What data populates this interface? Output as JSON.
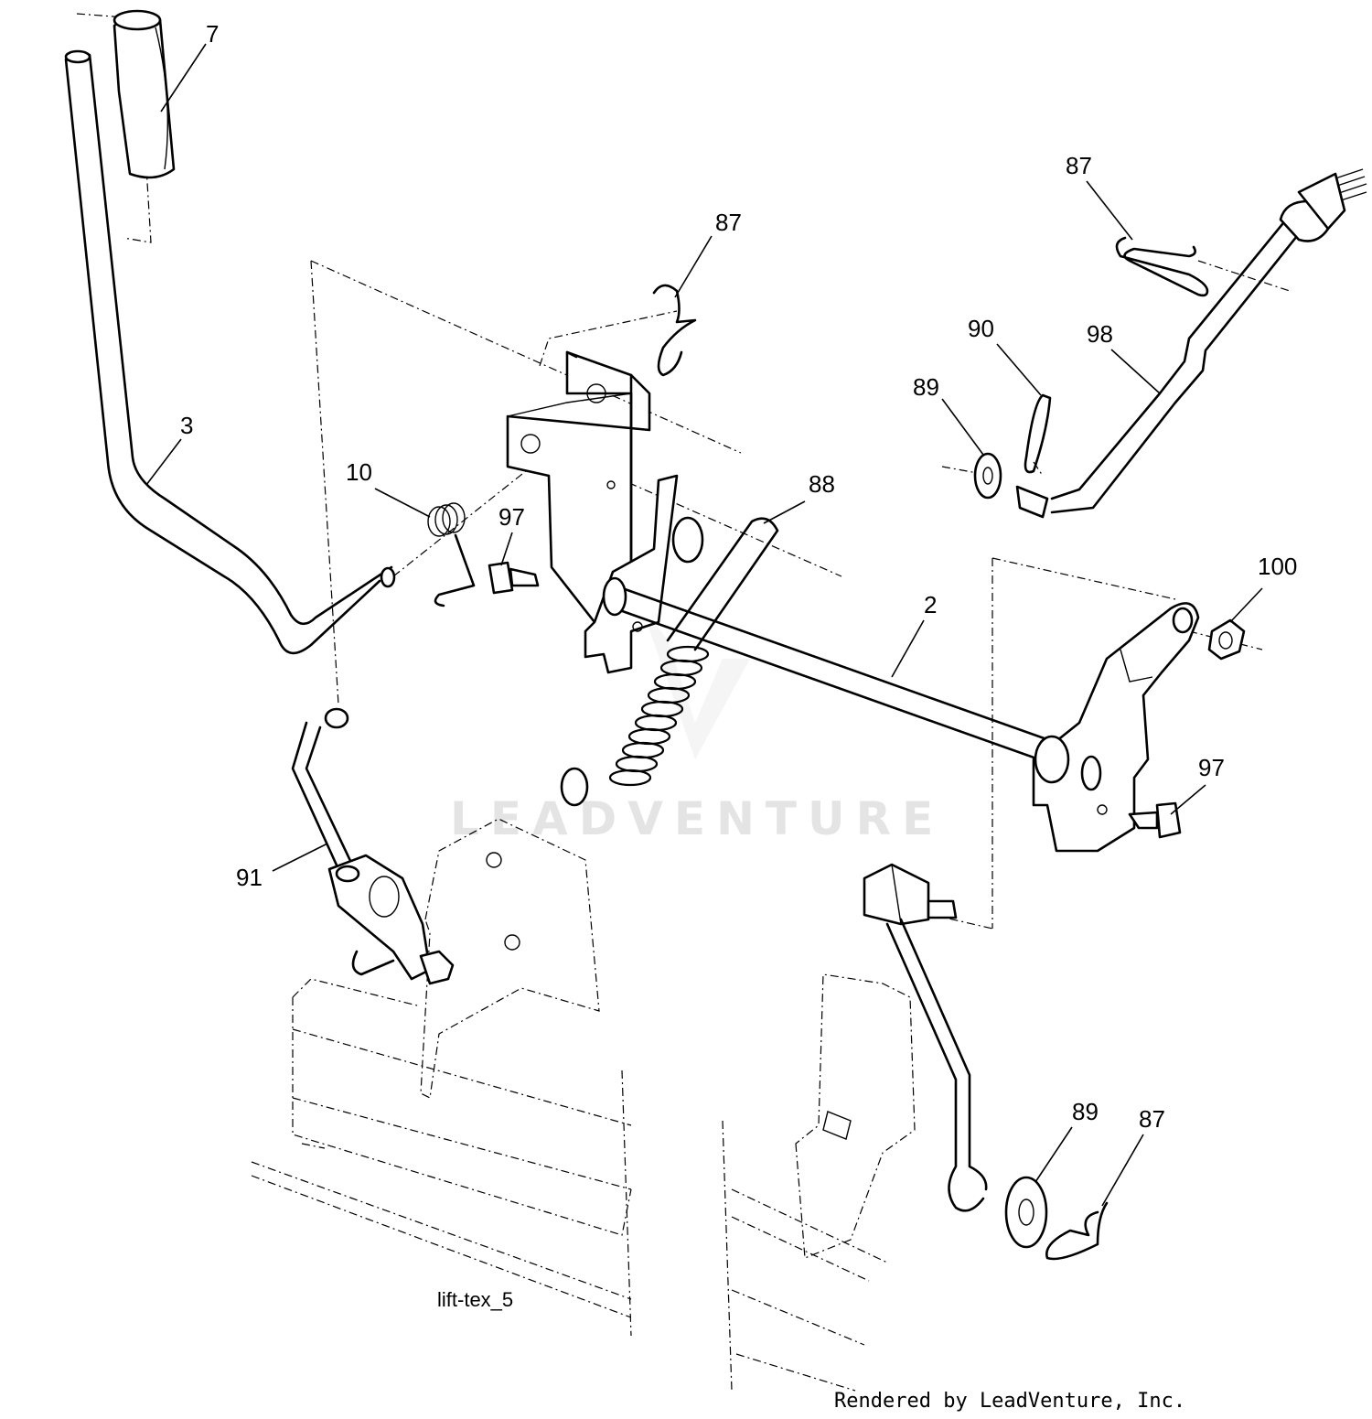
{
  "callouts": {
    "c7": "7",
    "c3": "3",
    "c87a": "87",
    "c87b": "87",
    "c90": "90",
    "c98": "98",
    "c89a": "89",
    "c10": "10",
    "c97a": "97",
    "c88": "88",
    "c2": "2",
    "c100": "100",
    "c97b": "97",
    "c91": "91",
    "c89b": "89",
    "c87c": "87"
  },
  "figure_id": "lift-tex_5",
  "credit": "Rendered by LeadVenture, Inc.",
  "watermark": "LEADVENTURE"
}
